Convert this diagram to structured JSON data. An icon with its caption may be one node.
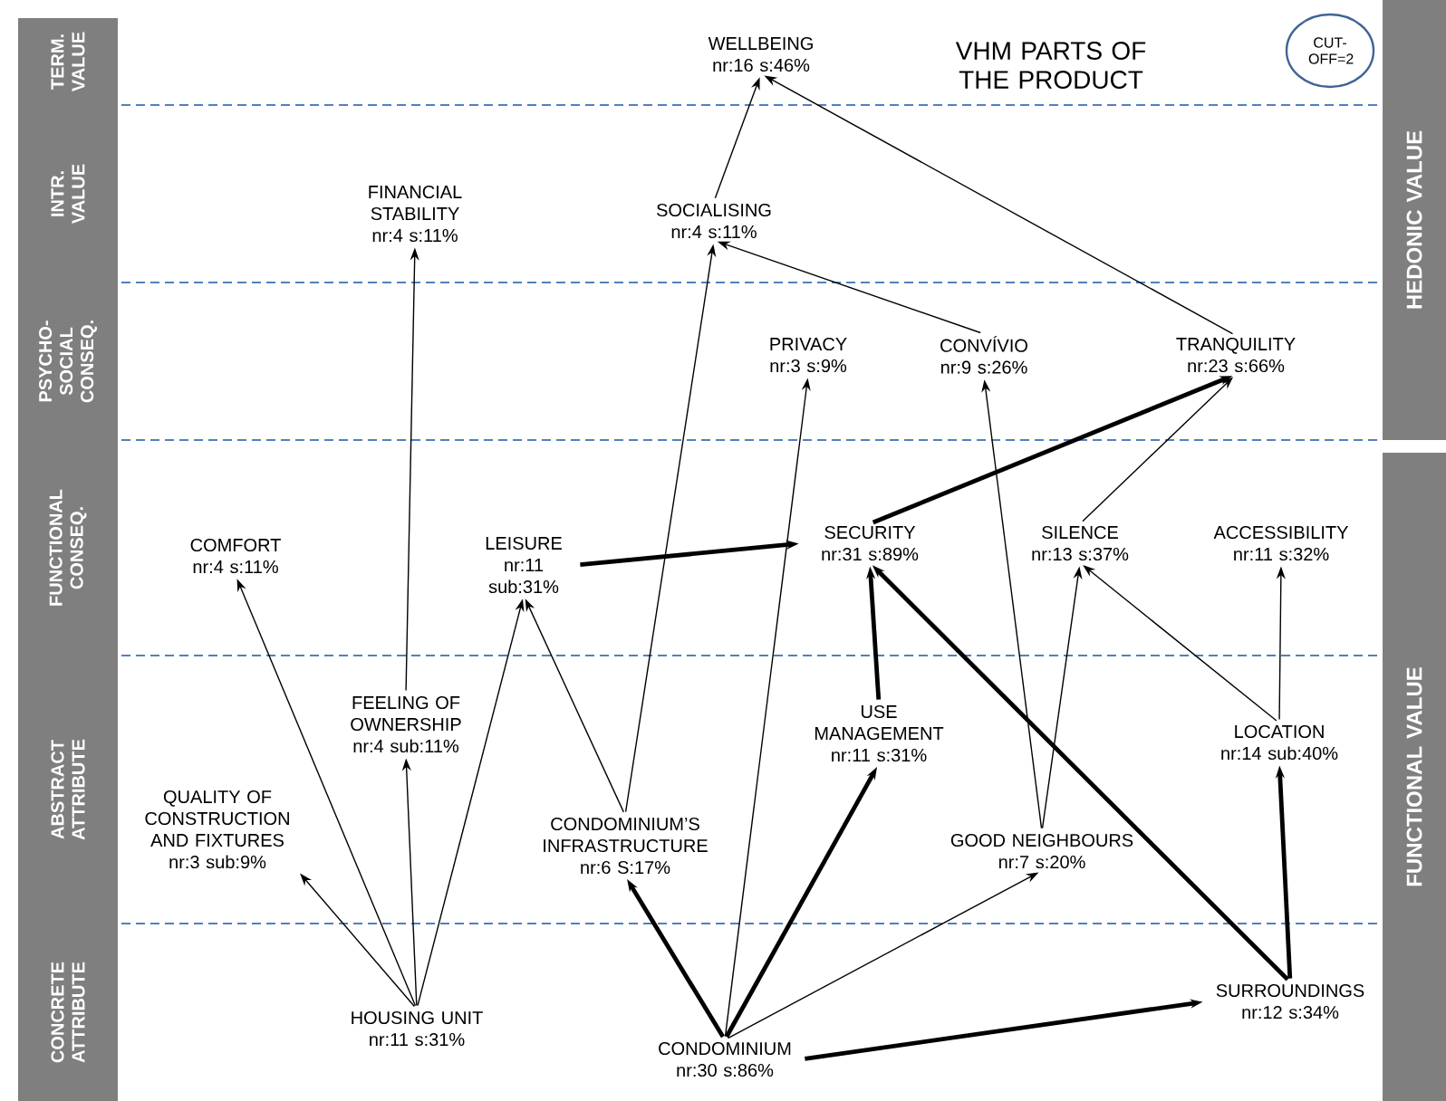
{
  "diagram": {
    "title": "VHM PARTS OF THE PRODUCT",
    "nodes": [
      {
        "text": [
          "WELLBEING nr:16 s:46%"
        ]
      },
      {
        "text": [
          "CUT-OFF=2"
        ]
      },
      {
        "text": [
          "FINANCIAL STABILITY nr:4 s:11%"
        ]
      },
      {
        "text": [
          "SOCIALISING nr:4 s:11%"
        ]
      },
      {
        "text": [
          "PRIVACY nr:3 s:9%"
        ]
      },
      {
        "text": [
          "CONVÍVIO nr:9 s:26%"
        ]
      },
      {
        "text": [
          "TRANQUILITY nr:23 s:66%"
        ]
      },
      {
        "text": [
          "COMFORT nr:4 s:11%"
        ]
      },
      {
        "text": [
          "LEISURE nr:11 sub:31%"
        ]
      },
      {
        "text": [
          "SECURITY nr:31 s:89%"
        ]
      },
      {
        "text": [
          "SILENCE nr:13 s:37%"
        ]
      },
      {
        "text": [
          "ACCESSIBILITY nr:11 s:32%"
        ]
      },
      {
        "text": [
          "FEELING OF OWNERSHIP nr:4 sub:11%"
        ]
      },
      {
        "text": [
          "USE MANAGEMENT nr:11 s:31%"
        ]
      },
      {
        "text": [
          "LOCATION nr:14 sub:40%"
        ]
      },
      {
        "text": [
          "QUALITY OF CONSTRUCTION AND FIXTURES nr:3 sub:9%"
        ]
      },
      {
        "text": [
          "CONDOMINIUM’S INFRASTRUCTURE nr:6 S:17%"
        ]
      },
      {
        "text": [
          "GOOD NEIGHBOURS nr:7 s:20%"
        ]
      },
      {
        "text": [
          "HOUSING UNIT nr:11 s:31%"
        ]
      },
      {
        "text": [
          "CONDOMINIUM nr:30 s:86%"
        ]
      },
      {
        "text": [
          "SURROUNDINGS nr:12 s:34%"
        ]
      },
      {
        "text": [
          "TERM. VALUE"
        ]
      },
      {
        "text": [
          "INTR. VALUE"
        ]
      },
      {
        "text": [
          "PSYCHO-SOCIAL CONSEQ."
        ]
      },
      {
        "text": [
          "FUNCTIONAL CONSEQ."
        ]
      },
      {
        "text": [
          "ABSTRACT ATTRIBUTE"
        ]
      },
      {
        "text": [
          "CONCRETE ATTRIBUTE"
        ]
      },
      {
        "text": [
          "HEDONIC VALUE"
        ]
      },
      {
        "text": [
          "FUNCTIONAL VALUE"
        ]
      }
    ],
    "edges": [
      {
        "from": 3,
        "to": 0,
        "arrow": "to"
      },
      {
        "from": 6,
        "to": 0,
        "arrow": "to"
      },
      {
        "from": 5,
        "to": 3,
        "arrow": "to"
      },
      {
        "from": 12,
        "to": 2,
        "arrow": "to"
      },
      {
        "from": 16,
        "to": 3,
        "arrow": "to"
      },
      {
        "from": 19,
        "to": 4,
        "arrow": "to"
      },
      {
        "from": 17,
        "to": 5,
        "arrow": "to"
      },
      {
        "from": 9,
        "to": 6,
        "arrow": "to",
        "style": "thick"
      },
      {
        "from": 10,
        "to": 6,
        "arrow": "to"
      },
      {
        "from": 18,
        "to": 7,
        "arrow": "to"
      },
      {
        "from": 18,
        "to": 12,
        "arrow": "to"
      },
      {
        "from": 18,
        "to": 8,
        "arrow": "to"
      },
      {
        "from": 18,
        "to": 15,
        "arrow": "to"
      },
      {
        "from": 16,
        "to": 8,
        "arrow": "to"
      },
      {
        "from": 8,
        "to": 9,
        "arrow": "to",
        "style": "thick"
      },
      {
        "from": 13,
        "to": 9,
        "arrow": "to",
        "style": "thick"
      },
      {
        "from": 20,
        "to": 9,
        "arrow": "to",
        "style": "thick"
      },
      {
        "from": 17,
        "to": 10,
        "arrow": "to"
      },
      {
        "from": 14,
        "to": 10,
        "arrow": "to"
      },
      {
        "from": 14,
        "to": 11,
        "arrow": "to"
      },
      {
        "from": 20,
        "to": 14,
        "arrow": "to",
        "style": "thick"
      },
      {
        "from": 19,
        "to": 16,
        "arrow": "to",
        "style": "thick"
      },
      {
        "from": 19,
        "to": 13,
        "arrow": "to",
        "style": "thick"
      },
      {
        "from": 19,
        "to": 17,
        "arrow": "to"
      },
      {
        "from": 19,
        "to": 20,
        "arrow": "to",
        "style": "thick"
      }
    ]
  }
}
